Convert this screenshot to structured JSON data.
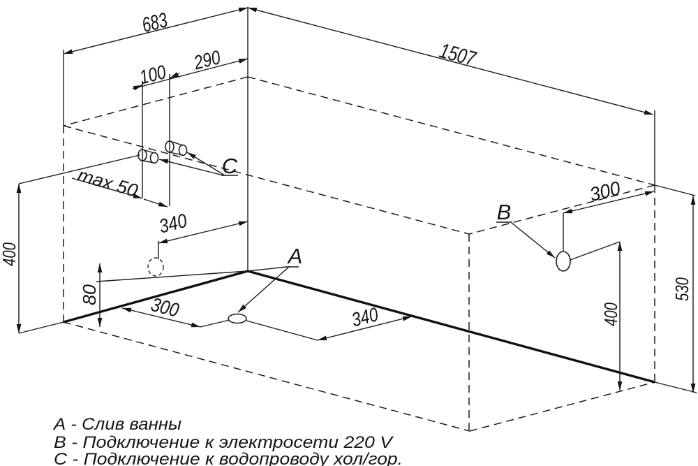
{
  "drawing": {
    "dims": {
      "top_width": "683",
      "top_length": "1507",
      "c_group_offset": "290",
      "c_group_spacing": "100",
      "c_wall_clearance": "max 50",
      "wall_drain_offset": "340",
      "wall_drain_height": "80",
      "left_height": "400",
      "floor_drain_side_offset": "300",
      "floor_drain_front_offset": "340",
      "b_top_offset": "300",
      "b_height": "400",
      "right_height": "530"
    },
    "callouts": {
      "a": "A",
      "b": "B",
      "c": "C"
    },
    "legend": [
      "А - Слив ванны",
      "В - Подключение к электросети 220 V",
      "С - Подключение к водопроводу хол/гор."
    ]
  }
}
